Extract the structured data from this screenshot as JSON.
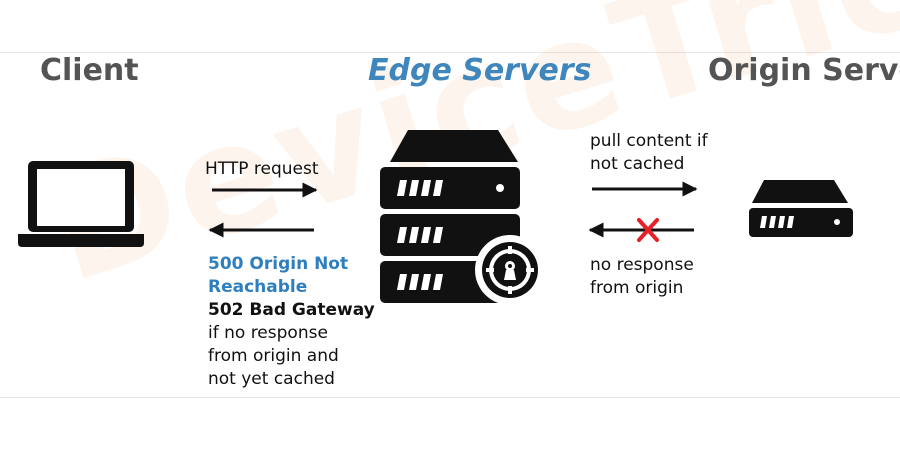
{
  "headings": {
    "client": "Client",
    "edge": "Edge Servers",
    "origin": "Origin Server"
  },
  "labels": {
    "http_request": "HTTP request",
    "pull_line1": "pull content if",
    "pull_line2": "not cached",
    "no_resp_line1": "no response",
    "no_resp_line2": "from origin",
    "err500_line1": "500 Origin Not",
    "err500_line2": "Reachable",
    "err502": "502 Bad Gateway",
    "err_note_line1": "if no response",
    "err_note_line2": "from origin and",
    "err_note_line3": "not yet cached"
  },
  "watermark": "DeviceTricks",
  "colors": {
    "heading_gray": "#545454",
    "edge_blue": "#3f86bd",
    "error_blue": "#2f7fbf",
    "cross_red": "#e8202a",
    "icon_black": "#111111"
  }
}
